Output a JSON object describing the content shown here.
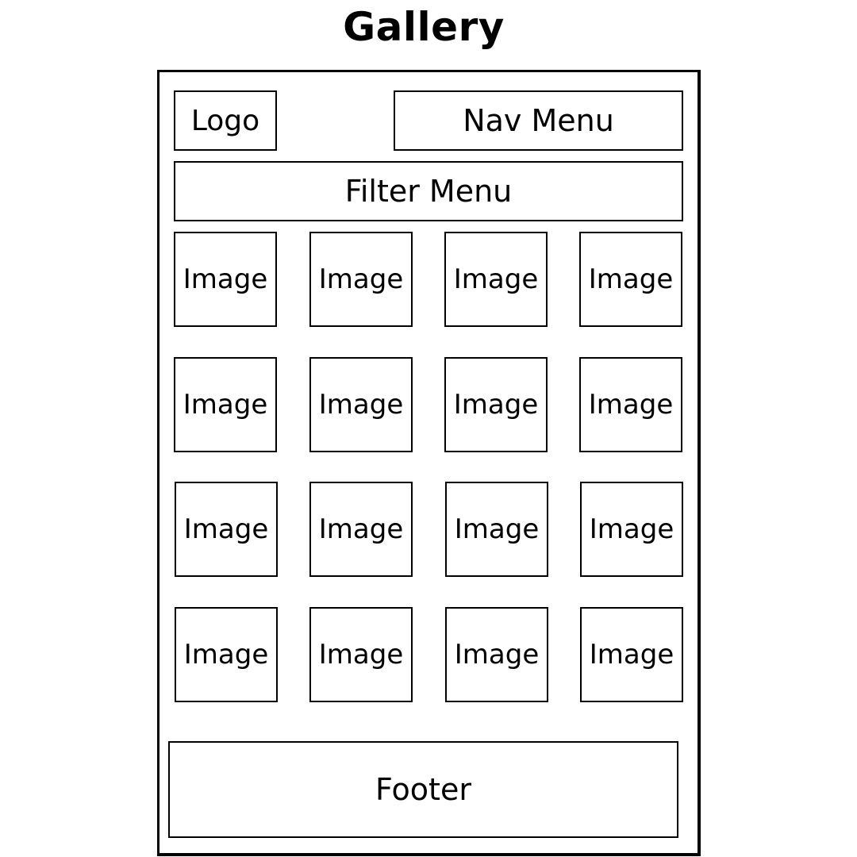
{
  "title": "Gallery",
  "header": {
    "logo_label": "Logo",
    "nav_label": "Nav Menu"
  },
  "filter_label": "Filter Menu",
  "gallery": {
    "rows": [
      [
        "Image",
        "Image",
        "Image",
        "Image"
      ],
      [
        "Image",
        "Image",
        "Image",
        "Image"
      ],
      [
        "Image",
        "Image",
        "Image",
        "Image"
      ],
      [
        "Image",
        "Image",
        "Image",
        "Image"
      ]
    ]
  },
  "footer_label": "Footer"
}
